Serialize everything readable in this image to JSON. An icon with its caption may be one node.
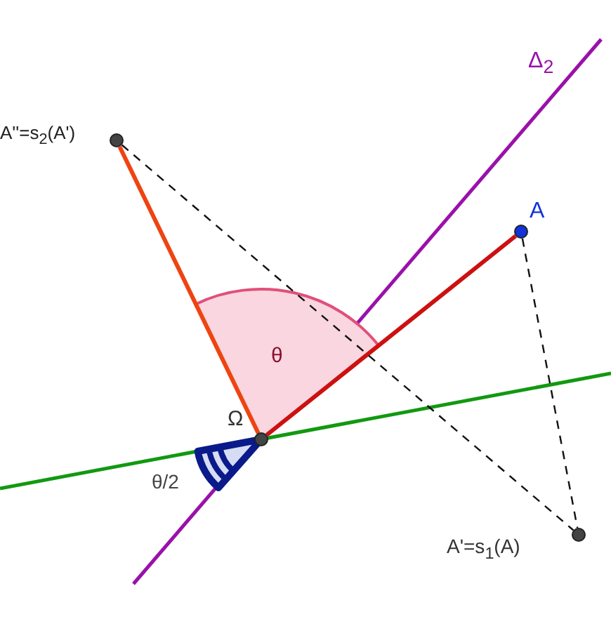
{
  "diagram": {
    "nodes": [
      {
        "text": [],
        "shape": "circle",
        "beside": [
          "Ω"
        ]
      },
      {
        "text": [],
        "shape": "circle",
        "beside": [
          "A"
        ]
      },
      {
        "text": [],
        "shape": "circle",
        "beside": [
          "A'=s$_{1}$(A)"
        ]
      },
      {
        "text": [],
        "shape": "circle",
        "beside": [
          "A''=s$_{2}$(A')"
        ]
      }
    ],
    "edges": [
      {
        "from": 0,
        "to": 1,
        "arrow": "none",
        "color": "#cc1111",
        "style": "thick"
      },
      {
        "from": 0,
        "to": 3,
        "arrow": "none",
        "color": "#ee4411",
        "style": "thick"
      },
      {
        "from": 1,
        "to": 2,
        "arrow": "none",
        "style": "dashed"
      },
      {
        "from": 3,
        "to": 2,
        "arrow": "none",
        "style": "dashed"
      }
    ],
    "labels": [
      "Δ$_{2}$",
      "θ",
      "θ/2"
    ]
  }
}
